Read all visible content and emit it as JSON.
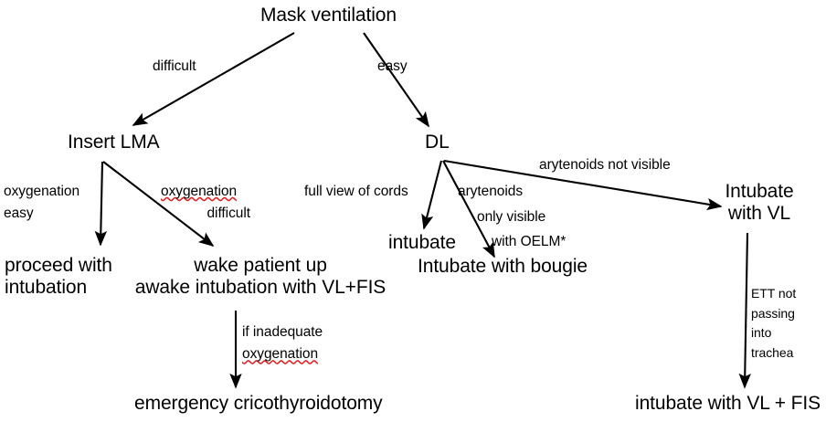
{
  "diagram": {
    "title": "Mask ventilation",
    "type": "flowchart",
    "nodes": [
      {
        "id": "mask-ventilation",
        "label": "Mask ventilation"
      },
      {
        "id": "insert-lma",
        "label": "Insert LMA"
      },
      {
        "id": "dl",
        "label": "DL"
      },
      {
        "id": "proceed-with-intubation",
        "line1": "proceed with",
        "line2": "intubation"
      },
      {
        "id": "wake-patient-up",
        "line1": "wake patient up",
        "line2": "awake intubation with VL+FIS"
      },
      {
        "id": "intubate",
        "label": "intubate"
      },
      {
        "id": "intubate-with-bougie",
        "label": "Intubate with bougie"
      },
      {
        "id": "intubate-with-vl",
        "line1": "Intubate",
        "line2": "with VL"
      },
      {
        "id": "emergency-cricothyroidotomy",
        "label": "emergency cricothyroidotomy"
      },
      {
        "id": "intubate-with-vl-fis",
        "label": "intubate with VL + FIS"
      }
    ],
    "edge_labels": {
      "difficult": "difficult",
      "easy": "easy",
      "oxygenation_easy_line1": "oxygenation",
      "oxygenation_easy_line2": "easy",
      "oxygenation_difficult_line1": "oxygenation",
      "oxygenation_difficult_line2": "difficult",
      "full_view_of_cords": "full view of cords",
      "arytenoids": "arytenoids",
      "only_visible": "only visible",
      "with_oelm": "with OELM*",
      "arytenoids_not_visible": "arytenoids not visible",
      "if_inadequate": "if inadequate",
      "oxygenation_inadequate": "oxygenation",
      "ett_line1": "ETT not",
      "ett_line2": "passing",
      "ett_line3": "into",
      "ett_line4": "trachea"
    },
    "colors": {
      "background": "#ffffff",
      "text": "#000000",
      "edge": "#000000",
      "spellcheck_underline": "#e02020"
    }
  }
}
